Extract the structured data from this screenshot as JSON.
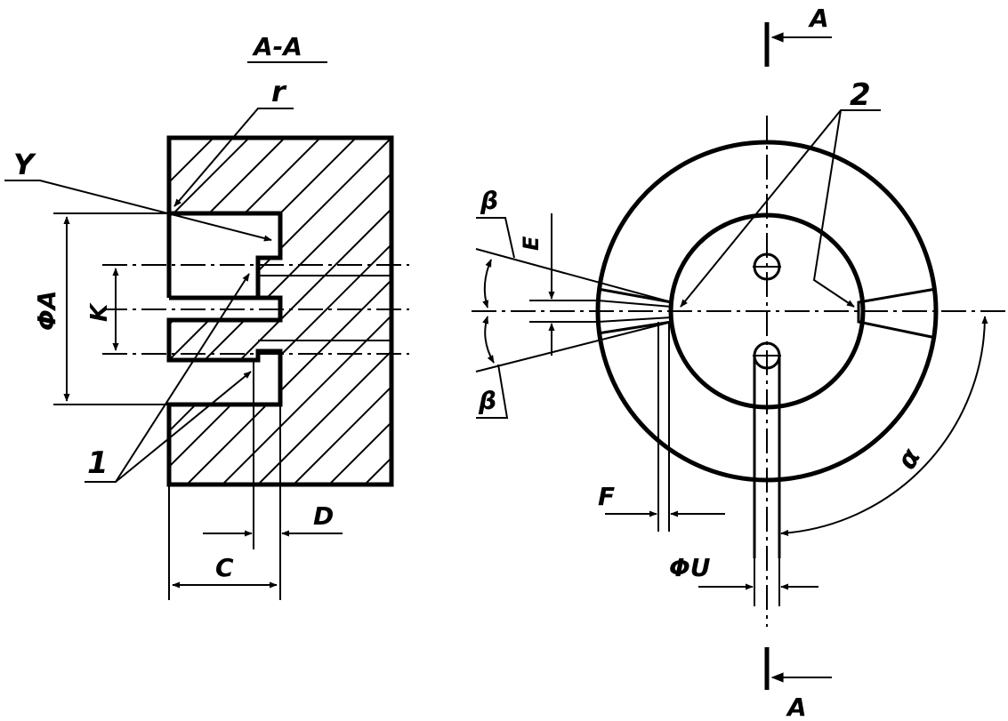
{
  "labels": {
    "section_title": "A-A",
    "r": "r",
    "Y": "Y",
    "phiA": "ΦA",
    "K": "K",
    "one": "1",
    "C": "C",
    "D": "D",
    "two": "2",
    "A_top": "A",
    "A_bottom": "A",
    "beta_top": "β",
    "beta_bottom": "β",
    "E": "E",
    "F": "F",
    "phiU": "ΦU",
    "alpha": "α"
  }
}
